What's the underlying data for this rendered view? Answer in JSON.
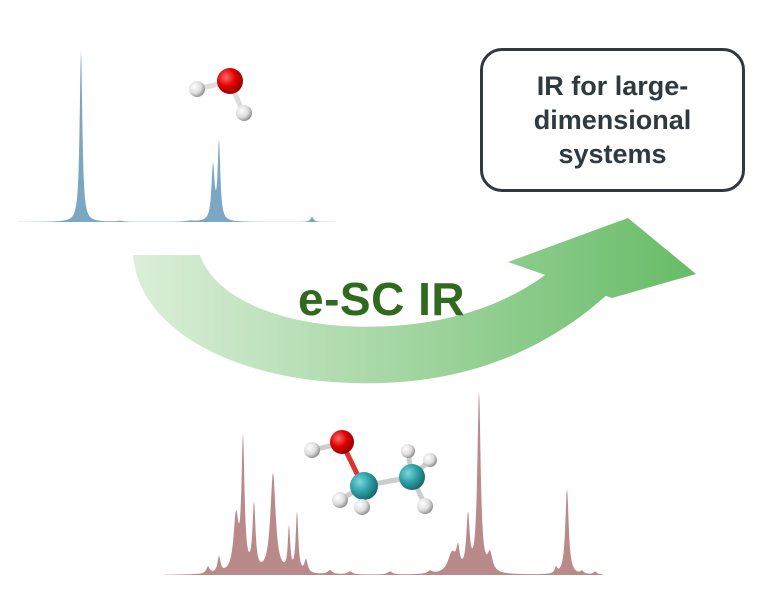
{
  "result_box": {
    "lines": [
      "IR for large-",
      "dimensional",
      "systems"
    ]
  },
  "method_label": "e-SC IR",
  "colors": {
    "small_spectrum": "#7ba7c2",
    "large_spectrum": "#b98a89",
    "arrow_start": "#dcefd9",
    "arrow_end": "#66bb66",
    "label": "#2f6a1e",
    "oxygen": "#e00000",
    "carbon": "#2fa3a8",
    "hydrogen": "#e6e6e6"
  }
}
